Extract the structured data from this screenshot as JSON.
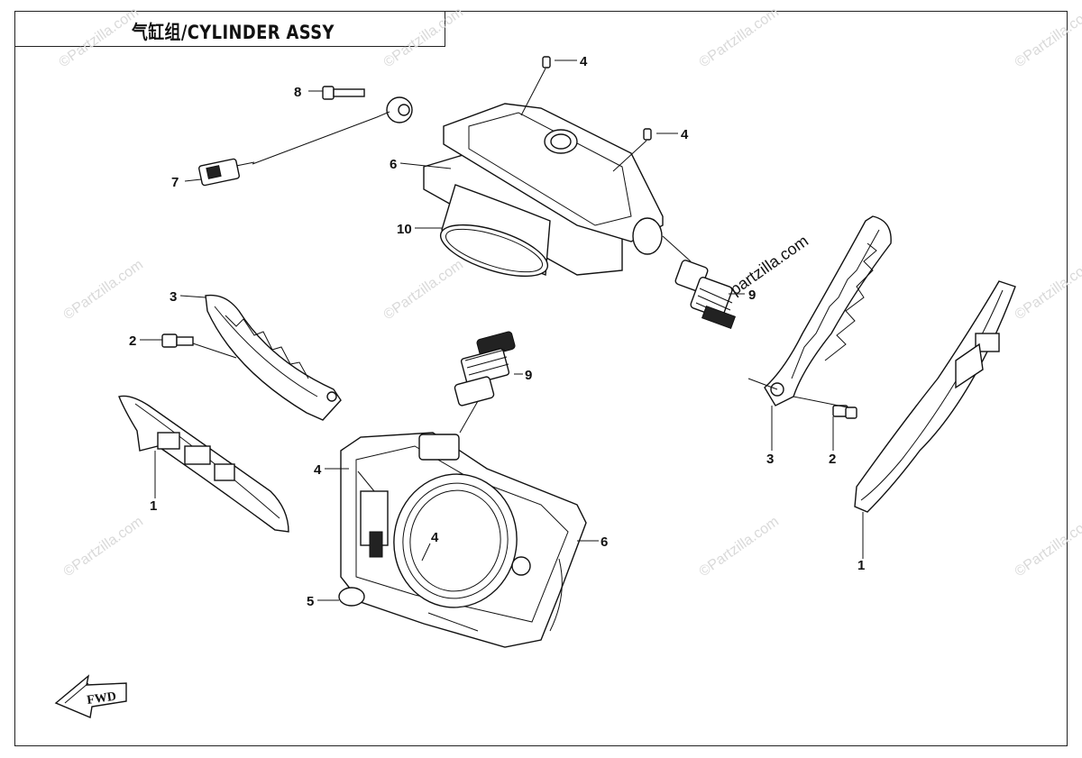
{
  "title": "气缸组/CYLINDER ASSY",
  "watermark": "©Partzilla.com",
  "watermark_url": "partzilla.com",
  "fwd_label": "FWD",
  "callouts": {
    "c1a": "1",
    "c1b": "1",
    "c2a": "2",
    "c2b": "2",
    "c3a": "3",
    "c3b": "3",
    "c4a": "4",
    "c4b": "4",
    "c4c": "4",
    "c4d": "4",
    "c5": "5",
    "c6a": "6",
    "c6b": "6",
    "c7": "7",
    "c8": "8",
    "c9a": "9",
    "c9b": "9",
    "c10": "10"
  }
}
